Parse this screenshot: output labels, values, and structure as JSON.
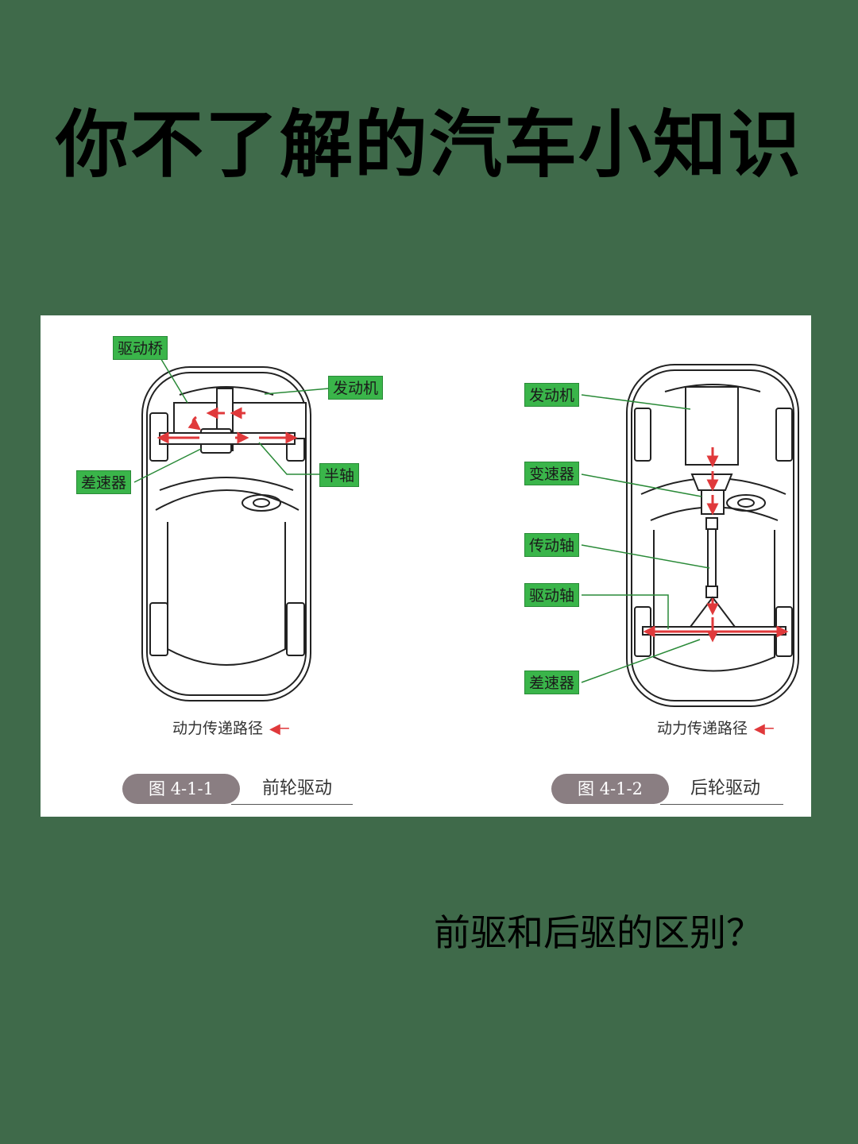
{
  "title": "你不了解的汽车小知识",
  "subtitle": "前驱和后驱的区别？",
  "colors": {
    "background": "#3f6a4a",
    "panel": "#ffffff",
    "label_fill": "#3ab54a",
    "arrow": "#e0393b",
    "badge": "#8a7e82"
  },
  "figures": [
    {
      "number": "图 4-1-1",
      "caption": "前轮驱动",
      "legend": "动力传递路径",
      "labels": {
        "drive_axle": "驱动桥",
        "engine": "发动机",
        "differential": "差速器",
        "half_shaft": "半轴"
      }
    },
    {
      "number": "图 4-1-2",
      "caption": "后轮驱动",
      "legend": "动力传递路径",
      "labels": {
        "engine": "发动机",
        "transmission": "变速器",
        "drive_shaft": "传动轴",
        "driving_axle": "驱动轴",
        "differential": "差速器"
      }
    }
  ]
}
